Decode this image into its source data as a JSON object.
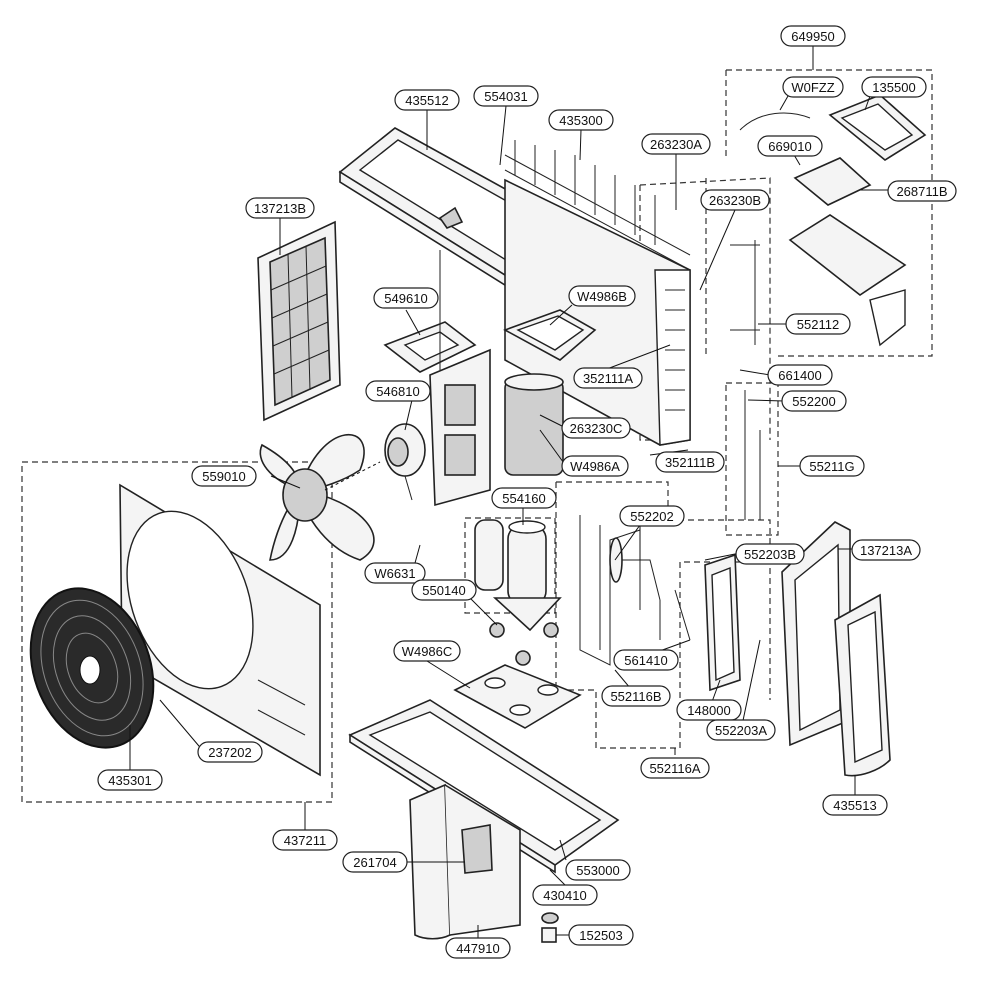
{
  "part_labels": {
    "p649950": "649950",
    "pW0FZZ": "W0FZZ",
    "p135500": "135500",
    "p435512": "435512",
    "p554031": "554031",
    "p435300": "435300",
    "p263230A": "263230A",
    "p669010": "669010",
    "p268711B": "268711B",
    "p137213B": "137213B",
    "p263230B": "263230B",
    "p549610": "549610",
    "pW4986B": "W4986B",
    "p552112": "552112",
    "p352111A": "352111A",
    "p661400": "661400",
    "p546810": "546810",
    "p552200": "552200",
    "p263230C": "263230C",
    "pW4986A": "W4986A",
    "p352111B": "352111B",
    "p55211G": "55211G",
    "p559010": "559010",
    "p554160": "554160",
    "p552202": "552202",
    "p552203B": "552203B",
    "p137213A": "137213A",
    "pW6631": "W6631",
    "p550140": "550140",
    "pW4986C": "W4986C",
    "p561410": "561410",
    "p552116B": "552116B",
    "p148000": "148000",
    "p552203A": "552203A",
    "p237202": "237202",
    "p435301": "435301",
    "p552116A": "552116A",
    "p435513": "435513",
    "p437211": "437211",
    "p261704": "261704",
    "p553000": "553000",
    "p430410": "430410",
    "p152503": "152503",
    "p447910": "447910"
  }
}
